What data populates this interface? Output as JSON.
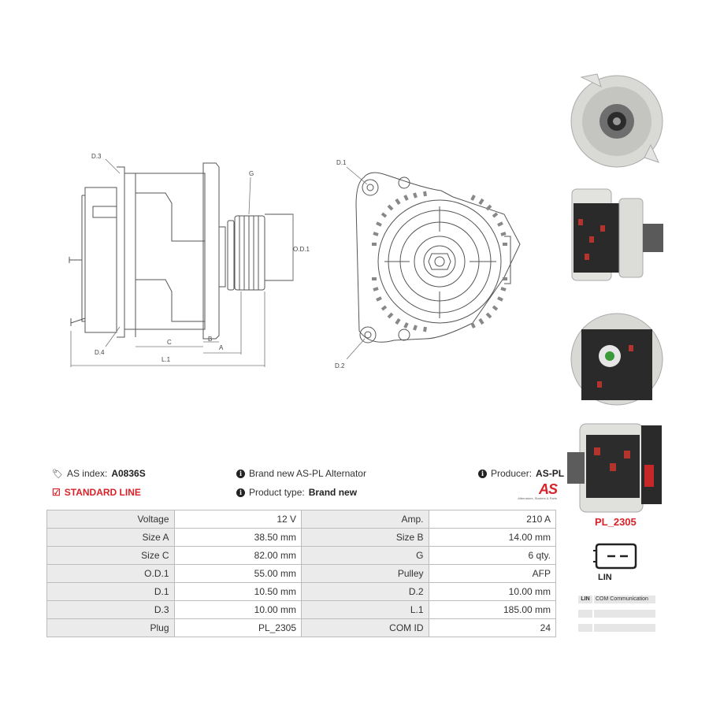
{
  "drawing": {
    "labels": {
      "d3": "D.3",
      "d4": "D.4",
      "g": "G",
      "od1": "O.D.1",
      "c": "C",
      "b": "B",
      "a": "A",
      "l1": "L.1",
      "d1": "D.1",
      "d2": "D.2"
    }
  },
  "info": {
    "as_index_label": "AS index:",
    "as_index_value": "A0836S",
    "standard_line": "STANDARD LINE",
    "brand_text": "Brand new AS-PL Alternator",
    "product_type_label": "Product type:",
    "product_type_value": "Brand new",
    "producer_label": "Producer:",
    "producer_value": "AS-PL",
    "logo_text": "AS",
    "logo_tagline": "Alternators, Starters & Parts"
  },
  "specs": [
    [
      "Voltage",
      "12 V",
      "Amp.",
      "210 A"
    ],
    [
      "Size A",
      "38.50 mm",
      "Size B",
      "14.00 mm"
    ],
    [
      "Size C",
      "82.00 mm",
      "G",
      "6 qty."
    ],
    [
      "O.D.1",
      "55.00 mm",
      "Pulley",
      "AFP"
    ],
    [
      "D.1",
      "10.50 mm",
      "D.2",
      "10.00 mm"
    ],
    [
      "D.3",
      "10.00 mm",
      "L.1",
      "185.00 mm"
    ],
    [
      "Plug",
      "PL_2305",
      "COM ID",
      "24"
    ]
  ],
  "plug": {
    "id": "PL_2305",
    "name": "LIN",
    "com_rows": [
      {
        "type": "LIN",
        "desc": "COM Communication"
      },
      {
        "type": "",
        "desc": ""
      },
      {
        "type": "",
        "desc": ""
      }
    ]
  },
  "icons": [
    "tags-icon",
    "checkbox-icon",
    "info-icon"
  ],
  "colors": {
    "accent": "#d8222a",
    "key_cell": "#ebebeb",
    "border": "#bcbcbc"
  }
}
